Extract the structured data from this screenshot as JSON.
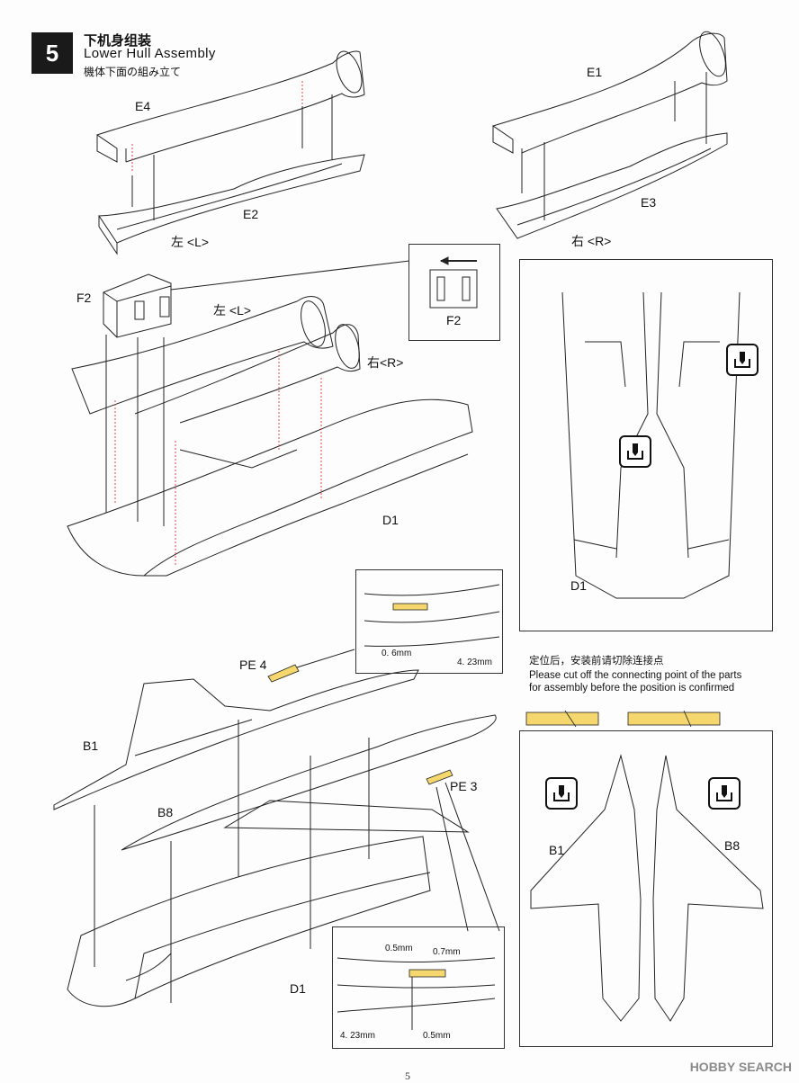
{
  "step": {
    "number": "5",
    "title_zh": "下机身组装",
    "title_en": "Lower Hull Assembly",
    "title_jp": "機体下面の組み立て"
  },
  "parts": {
    "e4": "E4",
    "e2": "E2",
    "e1": "E1",
    "e3": "E3",
    "f2": "F2",
    "f2_detail": "F2",
    "d1_top": "D1",
    "d1_right": "D1",
    "d1_bottom": "D1",
    "b1": "B1",
    "b8": "B8",
    "b1_right": "B1",
    "b8_right": "B8",
    "pe4": "PE 4",
    "pe3": "PE 3"
  },
  "sides": {
    "left_top": "左 <L>",
    "right_top": "右 <R>",
    "left_mid": "左 <L>",
    "right_mid": "右<R>"
  },
  "dimensions": {
    "top_detail_a": "0. 6mm",
    "top_detail_b": "4. 23mm",
    "bottom_detail_a": "0.5mm",
    "bottom_detail_b": "0.7mm",
    "bottom_detail_c": "4. 23mm",
    "bottom_detail_d": "0.5mm"
  },
  "note": {
    "zh": "定位后，安装前请切除连接点",
    "en_line1": "Please cut off the connecting point of the parts",
    "en_line2": "for assembly before the position is confirmed"
  },
  "icons": [
    "drill-icon",
    "drill-icon",
    "drill-icon",
    "drill-icon"
  ],
  "watermark": "HOBBY SEARCH",
  "page_number": "5"
}
